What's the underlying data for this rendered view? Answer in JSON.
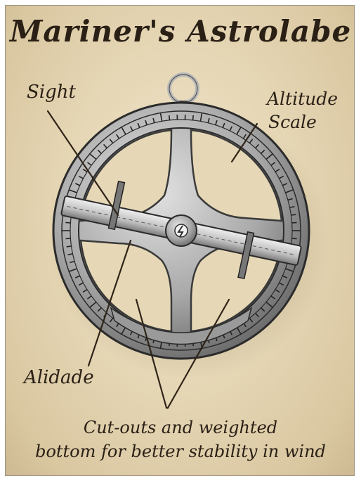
{
  "title": "Mariner's Astrolabe",
  "labels": {
    "sight": "Sight",
    "altitude_line1": "Altitude",
    "altitude_line2": "Scale",
    "alidade": "Alidade",
    "caption_line1": "Cut-outs and weighted",
    "caption_line2": "bottom for better stability in wind"
  },
  "colors": {
    "parchment": "#e6d7b6",
    "ink": "#2a2016",
    "metal_light": "#cfcfcf",
    "metal_dark": "#4a4a4a"
  }
}
